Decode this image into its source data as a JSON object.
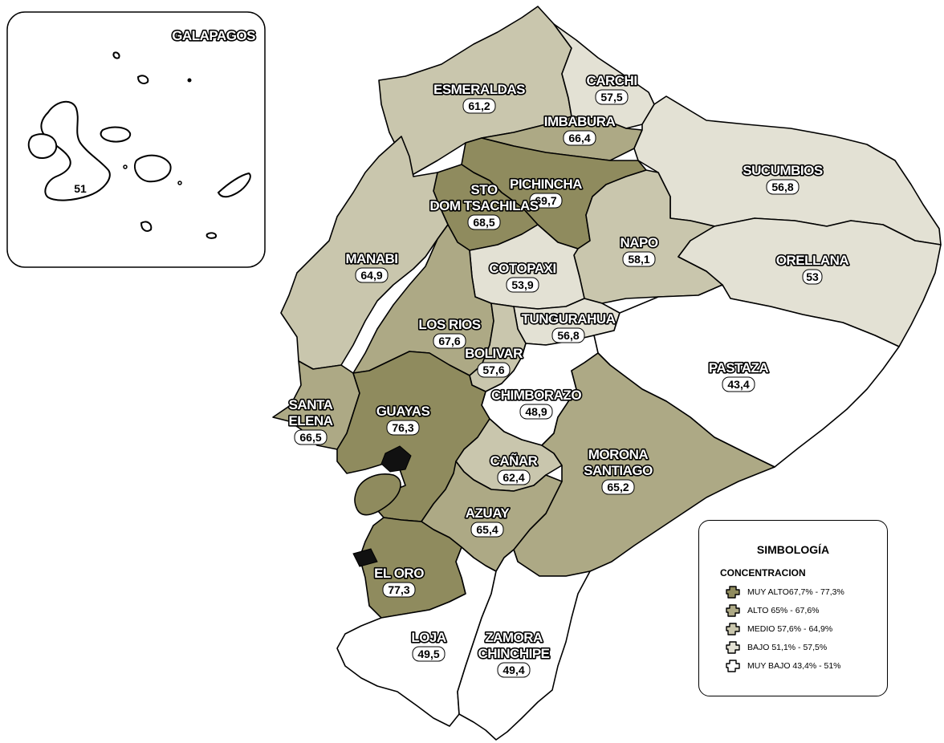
{
  "inset": {
    "title": "GALAPAGOS",
    "value": "51"
  },
  "provinces": [
    {
      "id": "esmeraldas",
      "name": "ESMERALDAS",
      "value": "61,2",
      "level": "medio"
    },
    {
      "id": "carchi",
      "name": "CARCHI",
      "value": "57,5",
      "level": "bajo"
    },
    {
      "id": "imbabura",
      "name": "IMBABURA",
      "value": "66,4",
      "level": "alto"
    },
    {
      "id": "sucumbios",
      "name": "SUCUMBIOS",
      "value": "56,8",
      "level": "bajo"
    },
    {
      "id": "pichincha",
      "name": "PICHINCHA",
      "value": "69,7",
      "level": "muy_alto"
    },
    {
      "id": "sto-domingo",
      "name": "STO\nDOM TSACHILAS",
      "value": "68,5",
      "level": "muy_alto"
    },
    {
      "id": "napo",
      "name": "NAPO",
      "value": "58,1",
      "level": "medio"
    },
    {
      "id": "orellana",
      "name": "ORELLANA",
      "value": "53",
      "level": "bajo"
    },
    {
      "id": "manabi",
      "name": "MANABI",
      "value": "64,9",
      "level": "medio"
    },
    {
      "id": "cotopaxi",
      "name": "COTOPAXI",
      "value": "53,9",
      "level": "bajo"
    },
    {
      "id": "tungurahua",
      "name": "TUNGURAHUA",
      "value": "56,8",
      "level": "bajo"
    },
    {
      "id": "los-rios",
      "name": "LOS RIOS",
      "value": "67,6",
      "level": "alto"
    },
    {
      "id": "bolivar",
      "name": "BOLIVAR",
      "value": "57,6",
      "level": "medio"
    },
    {
      "id": "pastaza",
      "name": "PASTAZA",
      "value": "43,4",
      "level": "muy_bajo"
    },
    {
      "id": "chimborazo",
      "name": "CHIMBORAZO",
      "value": "48,9",
      "level": "muy_bajo"
    },
    {
      "id": "santa-elena",
      "name": "SANTA\nELENA",
      "value": "66,5",
      "level": "alto"
    },
    {
      "id": "guayas",
      "name": "GUAYAS",
      "value": "76,3",
      "level": "muy_alto"
    },
    {
      "id": "canar",
      "name": "CAÑAR",
      "value": "62,4",
      "level": "medio"
    },
    {
      "id": "morona",
      "name": "MORONA\nSANTIAGO",
      "value": "65,2",
      "level": "alto"
    },
    {
      "id": "azuay",
      "name": "AZUAY",
      "value": "65,4",
      "level": "alto"
    },
    {
      "id": "el-oro",
      "name": "EL ORO",
      "value": "77,3",
      "level": "muy_alto"
    },
    {
      "id": "loja",
      "name": "LOJA",
      "value": "49,5",
      "level": "muy_bajo"
    },
    {
      "id": "zamora",
      "name": "ZAMORA\nCHINCHIPE",
      "value": "49,4",
      "level": "muy_bajo"
    }
  ],
  "legend": {
    "title": "SIMBOLOGÍA",
    "subtitle": "CONCENTRACION",
    "classes": [
      {
        "level": "muy_alto",
        "label": "MUY ALTO67,7% - 77,3%",
        "color": "#8f8b5e"
      },
      {
        "level": "alto",
        "label": "ALTO 65% - 67,6%",
        "color": "#ada985"
      },
      {
        "level": "medio",
        "label": "MEDIO 57,6% - 64,9%",
        "color": "#c9c6ad"
      },
      {
        "level": "bajo",
        "label": "BAJO 51,1% - 57,5%",
        "color": "#e3e1d4"
      },
      {
        "level": "muy_bajo",
        "label": "MUY BAJO 43,4% - 51%",
        "color": "#ffffff"
      }
    ]
  }
}
